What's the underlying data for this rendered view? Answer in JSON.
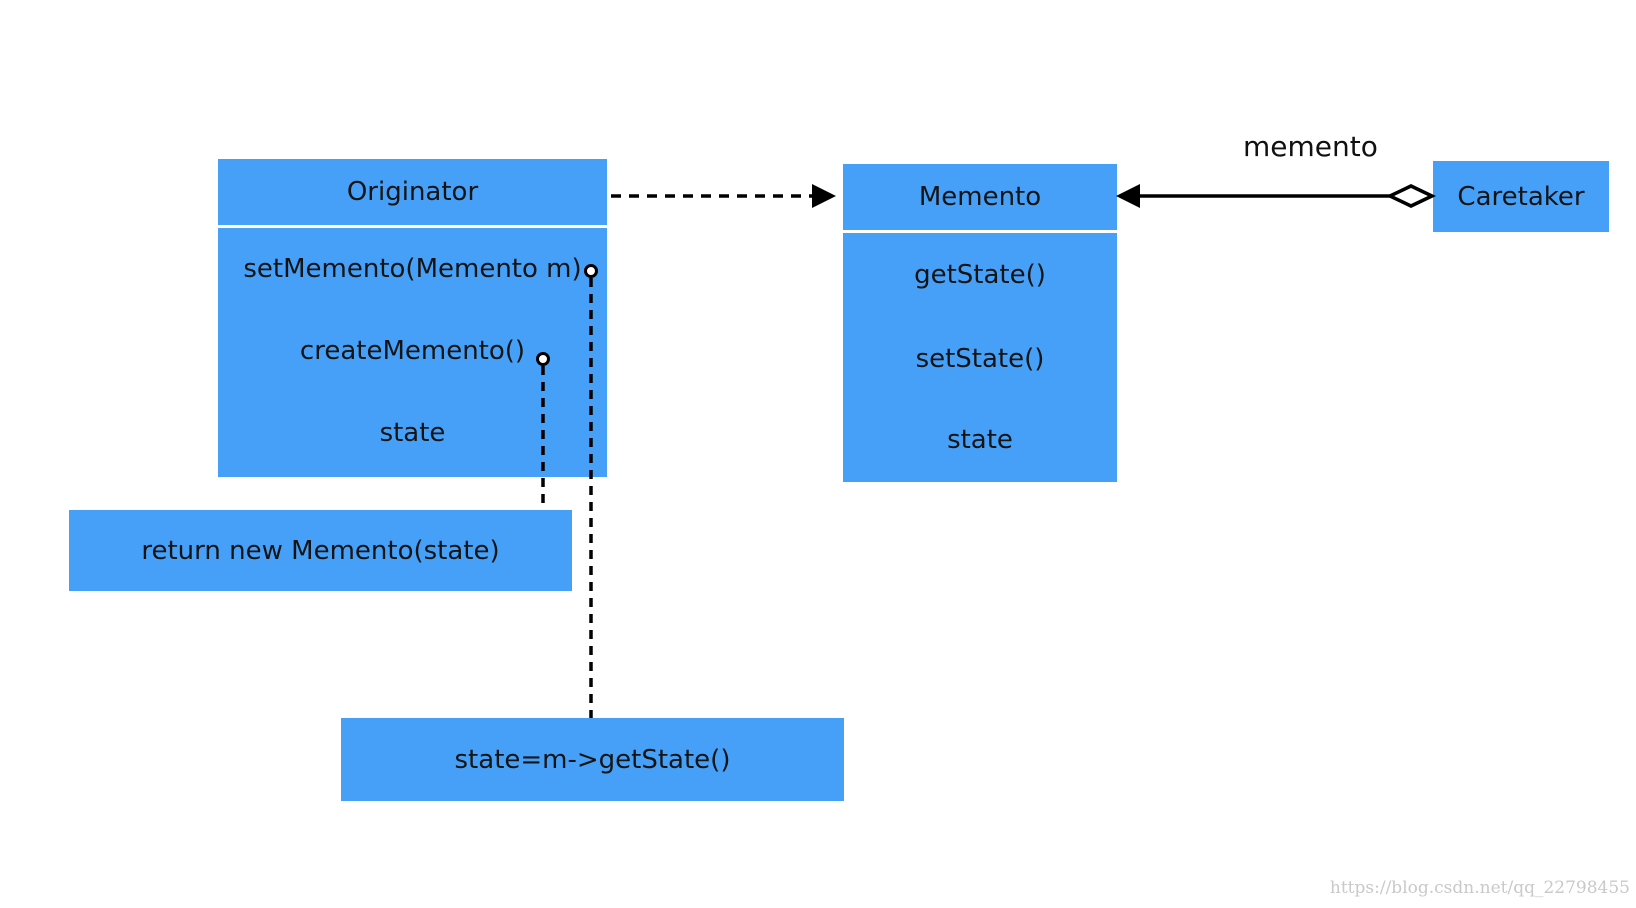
{
  "originator": {
    "title": "Originator",
    "methods": [
      "setMemento(Memento m)",
      "createMemento()",
      "state"
    ]
  },
  "memento": {
    "title": "Memento",
    "methods": [
      "getState()",
      "setState()",
      "state"
    ]
  },
  "caretaker": {
    "title": "Caretaker"
  },
  "association_label": "memento",
  "notes": {
    "create_memento": "return new Memento(state)",
    "set_memento": "state=m->getState()"
  },
  "watermark": "https://blog.csdn.net/qq_22798455",
  "colors": {
    "box_fill": "#46a0f8",
    "line": "#000000",
    "text": "#141414"
  }
}
